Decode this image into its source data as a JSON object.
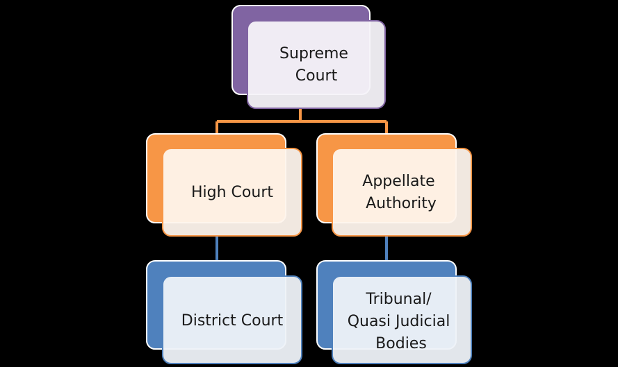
{
  "nodes": [
    {
      "id": "supreme-court",
      "lines": [
        "Supreme",
        "Court"
      ],
      "accent": "#8064A2",
      "tint": "#F6F3F9",
      "border": "#8064A2"
    },
    {
      "id": "high-court",
      "lines": [
        "High Court"
      ],
      "accent": "#F79646",
      "tint": "#FEF4EC",
      "border": "#F79646"
    },
    {
      "id": "appellate-authority",
      "lines": [
        "Appellate",
        "Authority"
      ],
      "accent": "#F79646",
      "tint": "#FEF4EC",
      "border": "#F79646"
    },
    {
      "id": "district-court",
      "lines": [
        "District Court"
      ],
      "accent": "#4F81BD",
      "tint": "#EEF2F8",
      "border": "#4F81BD"
    },
    {
      "id": "tribunal",
      "lines": [
        "Tribunal/",
        "Quasi Judicial",
        "Bodies"
      ],
      "accent": "#4F81BD",
      "tint": "#EEF2F8",
      "border": "#4F81BD"
    }
  ],
  "connector_colors": {
    "orange": "#F79646",
    "blue": "#4F81BD"
  }
}
